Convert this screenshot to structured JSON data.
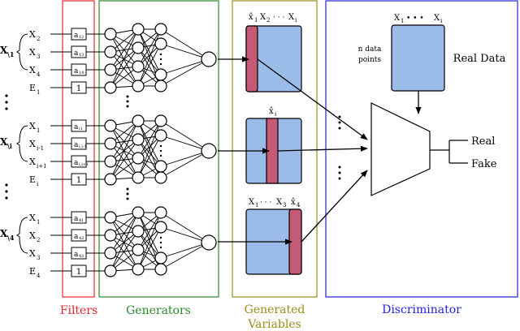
{
  "sections": {
    "filters": {
      "label": "Filters",
      "color": "#e8262c"
    },
    "generators": {
      "label": "Generators",
      "color": "#2a8a2a"
    },
    "generated": {
      "label1": "Generated",
      "label2": "Variables",
      "color": "#9b8d19"
    },
    "discriminator": {
      "label": "Discriminator",
      "color": "#2323d8"
    }
  },
  "groups": [
    {
      "set_main": "X",
      "set_sub": "\\1",
      "rows": [
        {
          "var": "X",
          "sub": "2",
          "filter": "a",
          "fsub": "12"
        },
        {
          "var": "X",
          "sub": "3",
          "filter": "a",
          "fsub": "13"
        },
        {
          "var": "X",
          "sub": "4",
          "filter": "a",
          "fsub": "14"
        },
        {
          "var": "E",
          "sub": "1",
          "filter": "1",
          "fsub": ""
        }
      ]
    },
    {
      "set_main": "X",
      "set_sub": "\\i",
      "rows": [
        {
          "var": "X",
          "sub": "1",
          "filter": "a",
          "fsub": "i1"
        },
        {
          "var": "X",
          "sub": "i-1",
          "filter": "a",
          "fsub": "i,i-1"
        },
        {
          "var": "X",
          "sub": "i+1",
          "filter": "a",
          "fsub": "i,i+1"
        },
        {
          "var": "E",
          "sub": "i",
          "filter": "1",
          "fsub": ""
        }
      ]
    },
    {
      "set_main": "X",
      "set_sub": "\\4",
      "rows": [
        {
          "var": "X",
          "sub": "1",
          "filter": "a",
          "fsub": "41"
        },
        {
          "var": "X",
          "sub": "2",
          "filter": "a",
          "fsub": "42"
        },
        {
          "var": "X",
          "sub": "3",
          "filter": "a",
          "fsub": "43"
        },
        {
          "var": "E",
          "sub": "4",
          "filter": "1",
          "fsub": ""
        }
      ]
    }
  ],
  "generated_blocks": [
    {
      "header_main": "x̂",
      "header_sub": "1",
      "header_rest": "X",
      "header_rest_sub": "2",
      "dots": "· · ·",
      "tail": "X",
      "tail_sub": "i"
    },
    {
      "header_main": "x̂",
      "header_sub": "i"
    },
    {
      "header_main": "X",
      "header_sub": "1",
      "dots": "· · ·",
      "header_rest": "X",
      "header_rest_sub": "3",
      "tail": "x̂",
      "tail_sub": "4"
    }
  ],
  "real_data": {
    "label": "Real Data",
    "header_left": "X",
    "header_left_sub": "1",
    "header_dots": "• • •",
    "header_right": "X",
    "header_right_sub": "i",
    "side_line1": "n data",
    "side_line2": "points",
    "box_color": "#9bbbe8"
  },
  "outputs": {
    "real": "Real",
    "fake": "Fake"
  },
  "colors": {
    "block_fill": "#9bbbe8",
    "column_fill": "#c45a76"
  }
}
